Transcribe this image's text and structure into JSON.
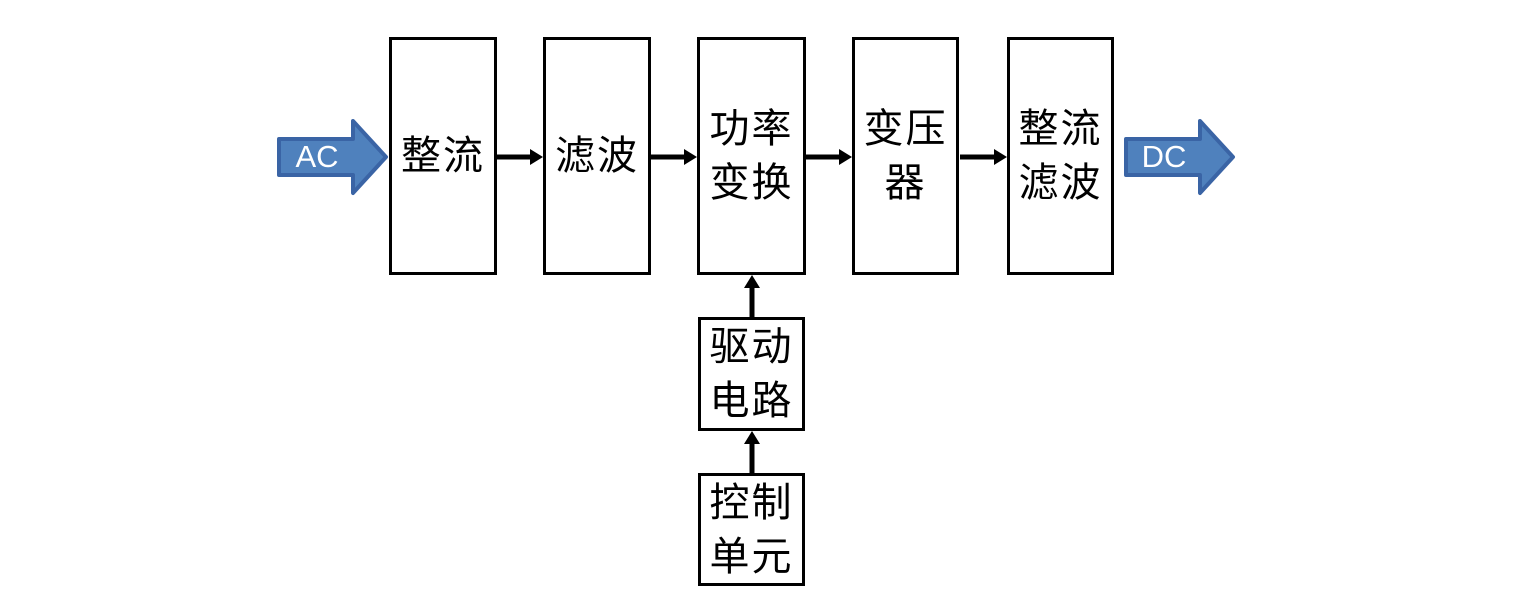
{
  "diagram": {
    "title": "switching-power-supply-block-diagram",
    "background_color": "#ffffff",
    "block_border_color": "#000000",
    "connector_color": "#000000",
    "blocks": [
      {
        "id": "rectifier",
        "label": "整流"
      },
      {
        "id": "filter",
        "label": "滤波"
      },
      {
        "id": "power-conversion",
        "label": "功率\n变换"
      },
      {
        "id": "transformer",
        "label": "变压\n器"
      },
      {
        "id": "rectify-filter",
        "label": "整流\n滤波"
      },
      {
        "id": "drive-circuit",
        "label": "驱动\n电路"
      },
      {
        "id": "control-unit",
        "label": "控制\n单元"
      }
    ],
    "io": {
      "input_label": "AC",
      "output_label": "DC",
      "arrow_fill": "#4F81BD",
      "arrow_stroke": "#3A64A5",
      "label_color": "#FFFFFF"
    },
    "flow": [
      "AC → 整流",
      "整流 → 滤波",
      "滤波 → 功率变换",
      "功率变换 → 变压器",
      "变压器 → 整流滤波",
      "整流滤波 → DC",
      "控制单元 → 驱动电路",
      "驱动电路 → 功率变换"
    ]
  }
}
